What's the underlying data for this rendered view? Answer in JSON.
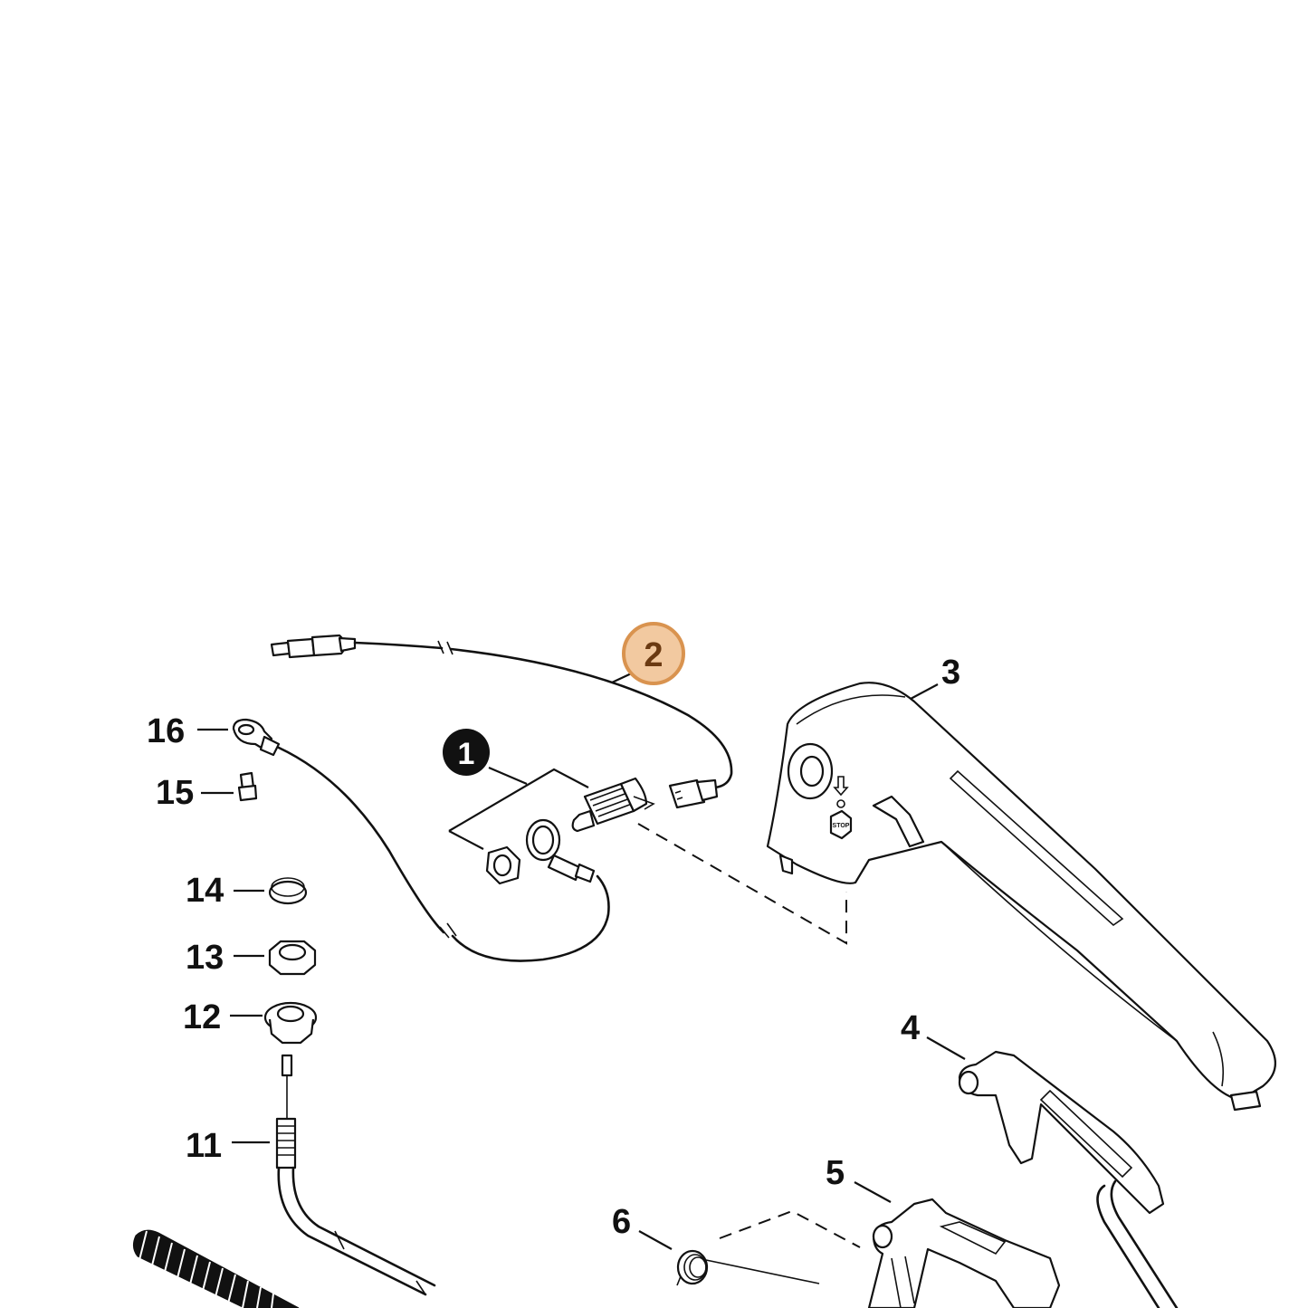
{
  "callouts": [
    {
      "id": "1",
      "label": "1",
      "style": "filled"
    },
    {
      "id": "2",
      "label": "2",
      "style": "highlight"
    },
    {
      "id": "3",
      "label": "3"
    },
    {
      "id": "4",
      "label": "4"
    },
    {
      "id": "5",
      "label": "5"
    },
    {
      "id": "6",
      "label": "6"
    },
    {
      "id": "11",
      "label": "11"
    },
    {
      "id": "12",
      "label": "12"
    },
    {
      "id": "13",
      "label": "13"
    },
    {
      "id": "14",
      "label": "14"
    },
    {
      "id": "15",
      "label": "15"
    },
    {
      "id": "16",
      "label": "16"
    }
  ],
  "handle_labels": {
    "stop": "STOP"
  },
  "colors": {
    "highlight_fill": "#f2c9a0",
    "highlight_stroke": "#d9934f",
    "ink": "#111111"
  }
}
